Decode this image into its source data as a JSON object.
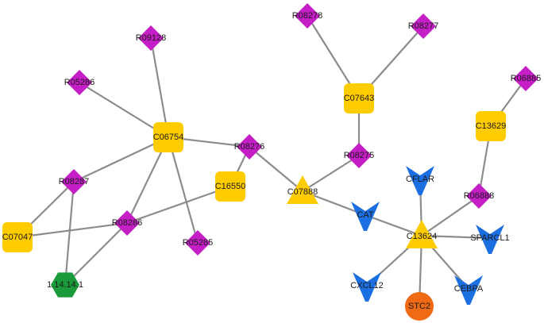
{
  "colors": {
    "reaction": "#c61ec6",
    "compound": "#ffcc00",
    "hub": "#ffcc00",
    "gene": "#1c6fe0",
    "enzyme": "#1a9a3a",
    "target": "#ef6a12",
    "edge": "#8c8c8c"
  },
  "nodes": [
    {
      "id": "R08278",
      "label": "R08278",
      "type": "reaction"
    },
    {
      "id": "R08277",
      "label": "R08277",
      "type": "reaction"
    },
    {
      "id": "R09128",
      "label": "R09128",
      "type": "reaction"
    },
    {
      "id": "R06885",
      "label": "R06885",
      "type": "reaction"
    },
    {
      "id": "R05286",
      "label": "R05286",
      "type": "reaction"
    },
    {
      "id": "C07643",
      "label": "C07643",
      "type": "compound"
    },
    {
      "id": "C13629",
      "label": "C13629",
      "type": "compound"
    },
    {
      "id": "C06754",
      "label": "C06754",
      "type": "compound"
    },
    {
      "id": "R08276",
      "label": "R08276",
      "type": "reaction"
    },
    {
      "id": "R08275",
      "label": "R08275",
      "type": "reaction"
    },
    {
      "id": "C16550",
      "label": "C16550",
      "type": "compound"
    },
    {
      "id": "R08287",
      "label": "R08287",
      "type": "reaction"
    },
    {
      "id": "C07888",
      "label": "C07888",
      "type": "hub"
    },
    {
      "id": "CFLAR",
      "label": "CFLAR",
      "type": "gene"
    },
    {
      "id": "R06888",
      "label": "R06888",
      "type": "reaction"
    },
    {
      "id": "CAT",
      "label": "CAT",
      "type": "gene"
    },
    {
      "id": "R08286",
      "label": "R08286",
      "type": "reaction"
    },
    {
      "id": "C07047",
      "label": "C07047",
      "type": "compound"
    },
    {
      "id": "C13624",
      "label": "C13624",
      "type": "hub"
    },
    {
      "id": "SPARCL1",
      "label": "SPARCL1",
      "type": "gene"
    },
    {
      "id": "R05285",
      "label": "R05285",
      "type": "reaction"
    },
    {
      "id": "E1.14.14.1",
      "label": "1.14.14.1",
      "type": "enzyme"
    },
    {
      "id": "CXCL12",
      "label": "CXCL12",
      "type": "gene"
    },
    {
      "id": "CEBPA",
      "label": "CEBPA",
      "type": "gene"
    },
    {
      "id": "STC2",
      "label": "STC2",
      "type": "target"
    }
  ],
  "edges": [
    [
      "R08278",
      "C07643"
    ],
    [
      "R08277",
      "C07643"
    ],
    [
      "C07643",
      "R08275"
    ],
    [
      "R08275",
      "C07888"
    ],
    [
      "R06885",
      "C13629"
    ],
    [
      "C13629",
      "R06888"
    ],
    [
      "R06888",
      "C13624"
    ],
    [
      "R09128",
      "C06754"
    ],
    [
      "R05286",
      "C06754"
    ],
    [
      "C06754",
      "R08276"
    ],
    [
      "R08276",
      "C16550"
    ],
    [
      "R08276",
      "C07888"
    ],
    [
      "C06754",
      "R08287"
    ],
    [
      "C06754",
      "R08286"
    ],
    [
      "C06754",
      "R05285"
    ],
    [
      "C16550",
      "R08286"
    ],
    [
      "R08287",
      "C07047"
    ],
    [
      "R08287",
      "E1.14.14.1"
    ],
    [
      "R08286",
      "C07047"
    ],
    [
      "R08286",
      "E1.14.14.1"
    ],
    [
      "C07888",
      "CAT"
    ],
    [
      "CAT",
      "C13624"
    ],
    [
      "CFLAR",
      "C13624"
    ],
    [
      "C13624",
      "SPARCL1"
    ],
    [
      "C13624",
      "CXCL12"
    ],
    [
      "C13624",
      "CEBPA"
    ],
    [
      "C13624",
      "STC2"
    ]
  ]
}
